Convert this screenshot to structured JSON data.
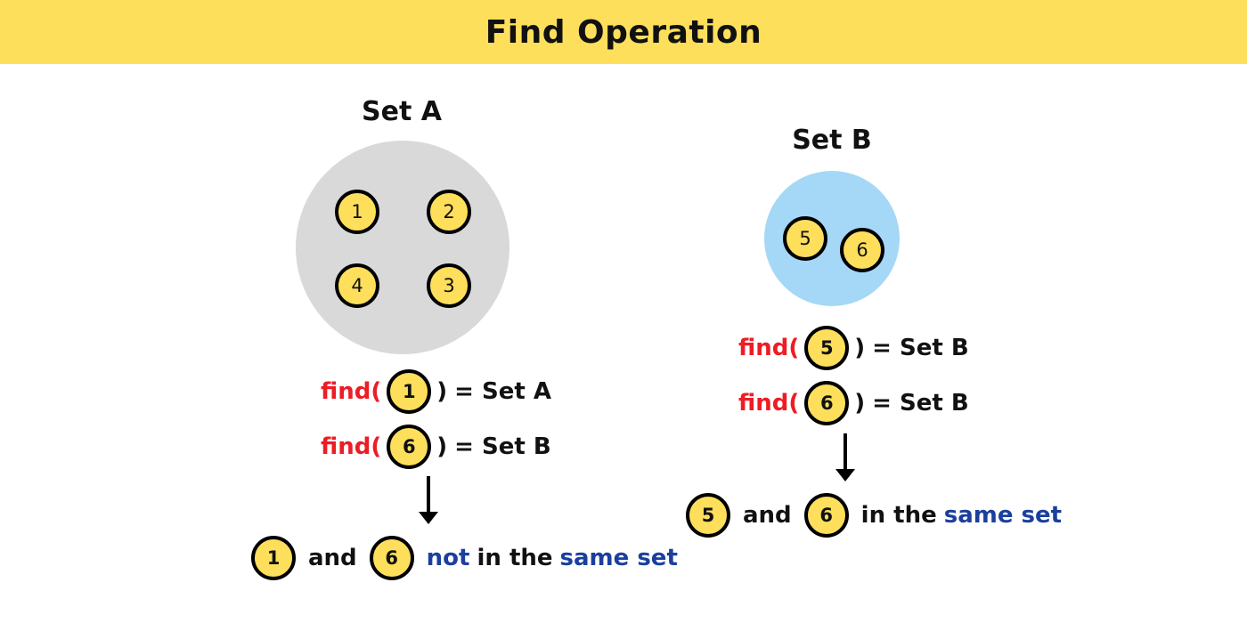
{
  "header": {
    "title": "Find Operation"
  },
  "colors": {
    "header_bg": "#fddf5c",
    "set_a_fill": "#d9d9d9",
    "set_b_fill": "#a5d8f6",
    "node_fill": "#fddf5c",
    "find_keyword": "#ee1c24",
    "emphasis": "#1a3f9e"
  },
  "set_a": {
    "title": "Set A",
    "nodes": [
      "1",
      "2",
      "4",
      "3"
    ],
    "queries": [
      {
        "fn": "find(",
        "node": "1",
        "close": ")",
        "result": "= Set A"
      },
      {
        "fn": "find(",
        "node": "6",
        "close": ")",
        "result": "= Set B"
      }
    ],
    "conclusion": {
      "node_a": "1",
      "and": "and",
      "node_b": "6",
      "not": "not",
      "in_the": "in the",
      "same_set": "same set"
    }
  },
  "set_b": {
    "title": "Set B",
    "nodes": [
      "5",
      "6"
    ],
    "queries": [
      {
        "fn": "find(",
        "node": "5",
        "close": ")",
        "result": "= Set B"
      },
      {
        "fn": "find(",
        "node": "6",
        "close": ")",
        "result": "= Set B"
      }
    ],
    "conclusion": {
      "node_a": "5",
      "and": "and",
      "node_b": "6",
      "in_the": "in the",
      "same_set": "same set"
    }
  }
}
